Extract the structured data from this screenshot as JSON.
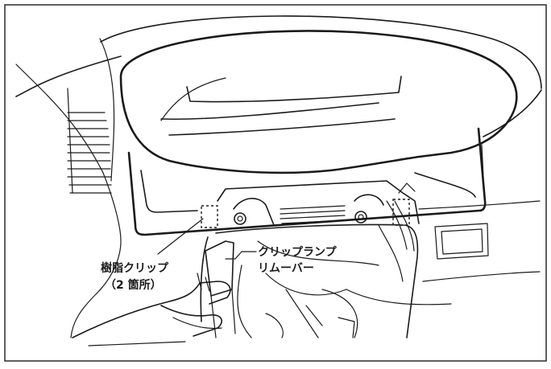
{
  "labels": {
    "resin_clip": "樹脂クリップ",
    "resin_clip_count": "（2 箇所）",
    "clip_remover_line1": "クリップランプ",
    "clip_remover_line2": "リムーバー"
  }
}
